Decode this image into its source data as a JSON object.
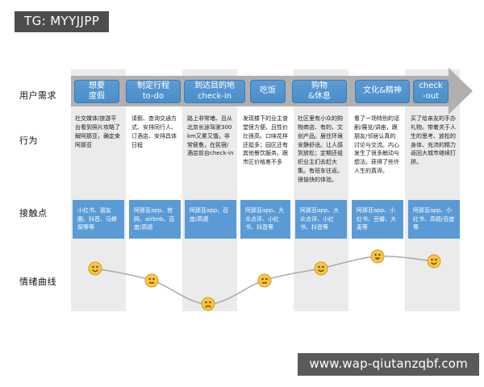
{
  "badge": {
    "text": "TG: MYYJJPP"
  },
  "watermark": {
    "text": "www.wap-qiutanzqbf.com"
  },
  "rows": {
    "needs_label": "用户需求",
    "behavior_label": "行为",
    "touchpoint_label": "接触点",
    "emotion_label": "情绪曲线"
  },
  "stages": [
    {
      "line1": "想要",
      "line2": "度假"
    },
    {
      "line1": "制定行程",
      "line2": "to-do"
    },
    {
      "line1": "到达目的地",
      "line2": "check-in"
    },
    {
      "line1": "吃饭",
      "line2": ""
    },
    {
      "line1": "购物",
      "line2": "&休息"
    },
    {
      "line1": "文化&精神",
      "line2": ""
    },
    {
      "line1": "check",
      "line2": "-out"
    }
  ],
  "behaviors": [
    "社交媒体/旅游平台看到照片攻略了解阿那亚，确定来阿那亚",
    "请假、查询交通方式、安排同行人、订酒店、安排具体日程",
    "路上非常堵、且从北京长途驾驶300km又累又饿，非常疲惫，在民宿/酒店前台check-in",
    "发现楼下的业主食堂很方便、且性价比很高。口味花样还挺多；园区还有其他餐饮服务。跟市区价格差不多",
    "社区里有小众的购物商店、有的、文创产品。居住环境安静舒适。让人感到放松；定期还组织业主们去赶大集。有班车往返。很愉快的体验。",
    "看了一场特别的话剧/展览/讲座，跟朋友/邻居认真的讨论与交流。内心发生了很多触动与想法。获得了些许人生的真谛。",
    "买了给亲友的手办礼物。带着关于人生的思考、放松的身体、充沛的精力返回大城市继续打拼。"
  ],
  "touchpoints": [
    "小红书、朋友圈、抖音、马蜂窝等等",
    "阿那亚app、官网、airbnb、百度/高德",
    "阿那亚app、百度/高德",
    "阿那亚app、大众点评、小红书、抖音等",
    "阿那亚app、大众点评、小红书、抖音等",
    "阿那亚app、小红书、豆瓣、大麦等",
    "阿那亚app、小红书、高德/百度等"
  ],
  "chart_data": {
    "type": "line",
    "title": "情绪曲线",
    "categories": [
      "想要度假",
      "制定行程 to-do",
      "到达目的地 check-in",
      "吃饭",
      "购物&休息",
      "文化&精神",
      "check-out"
    ],
    "x": [
      118,
      188,
      258,
      328,
      398,
      468,
      538
    ],
    "values": [
      4,
      3,
      1,
      3,
      4,
      5,
      4.6
    ],
    "ylim": [
      0,
      5
    ],
    "ylabel": "情绪",
    "xlabel": "",
    "grid": false,
    "legend": "none",
    "point_labels": [
      "happy",
      "neutral",
      "angry",
      "neutral",
      "smile",
      "big-smile",
      "smile"
    ],
    "colors": {
      "line": "#a6a6a6",
      "marker_fill": "#f5c13b",
      "marker_stroke": "#d49b20"
    }
  },
  "colors": {
    "stage_chip": "#5b9bd5",
    "arrow_strip": "#b0b0b0",
    "band": "#ebebeb",
    "touch_card": "#5b9bd5",
    "badge_bg": "#4d4d4d",
    "watermark_bg": "#5a5a5a"
  }
}
